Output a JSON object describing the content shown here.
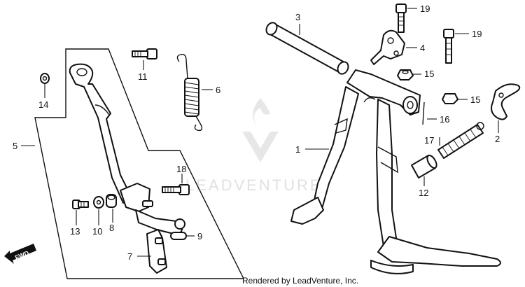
{
  "watermark": "LEADVENTURE",
  "footer": "Rendered by LeadVenture, Inc.",
  "direction_badge": "FWD",
  "callouts": {
    "c1": "1",
    "c2": "2",
    "c3": "3",
    "c4": "4",
    "c5": "5",
    "c6": "6",
    "c7": "7",
    "c8": "8",
    "c9": "9",
    "c10": "10",
    "c11": "11",
    "c12": "12",
    "c13": "13",
    "c14": "14",
    "c15a": "15",
    "c15b": "15",
    "c16": "16",
    "c17": "17",
    "c18": "18",
    "c19a": "19",
    "c19b": "19"
  }
}
